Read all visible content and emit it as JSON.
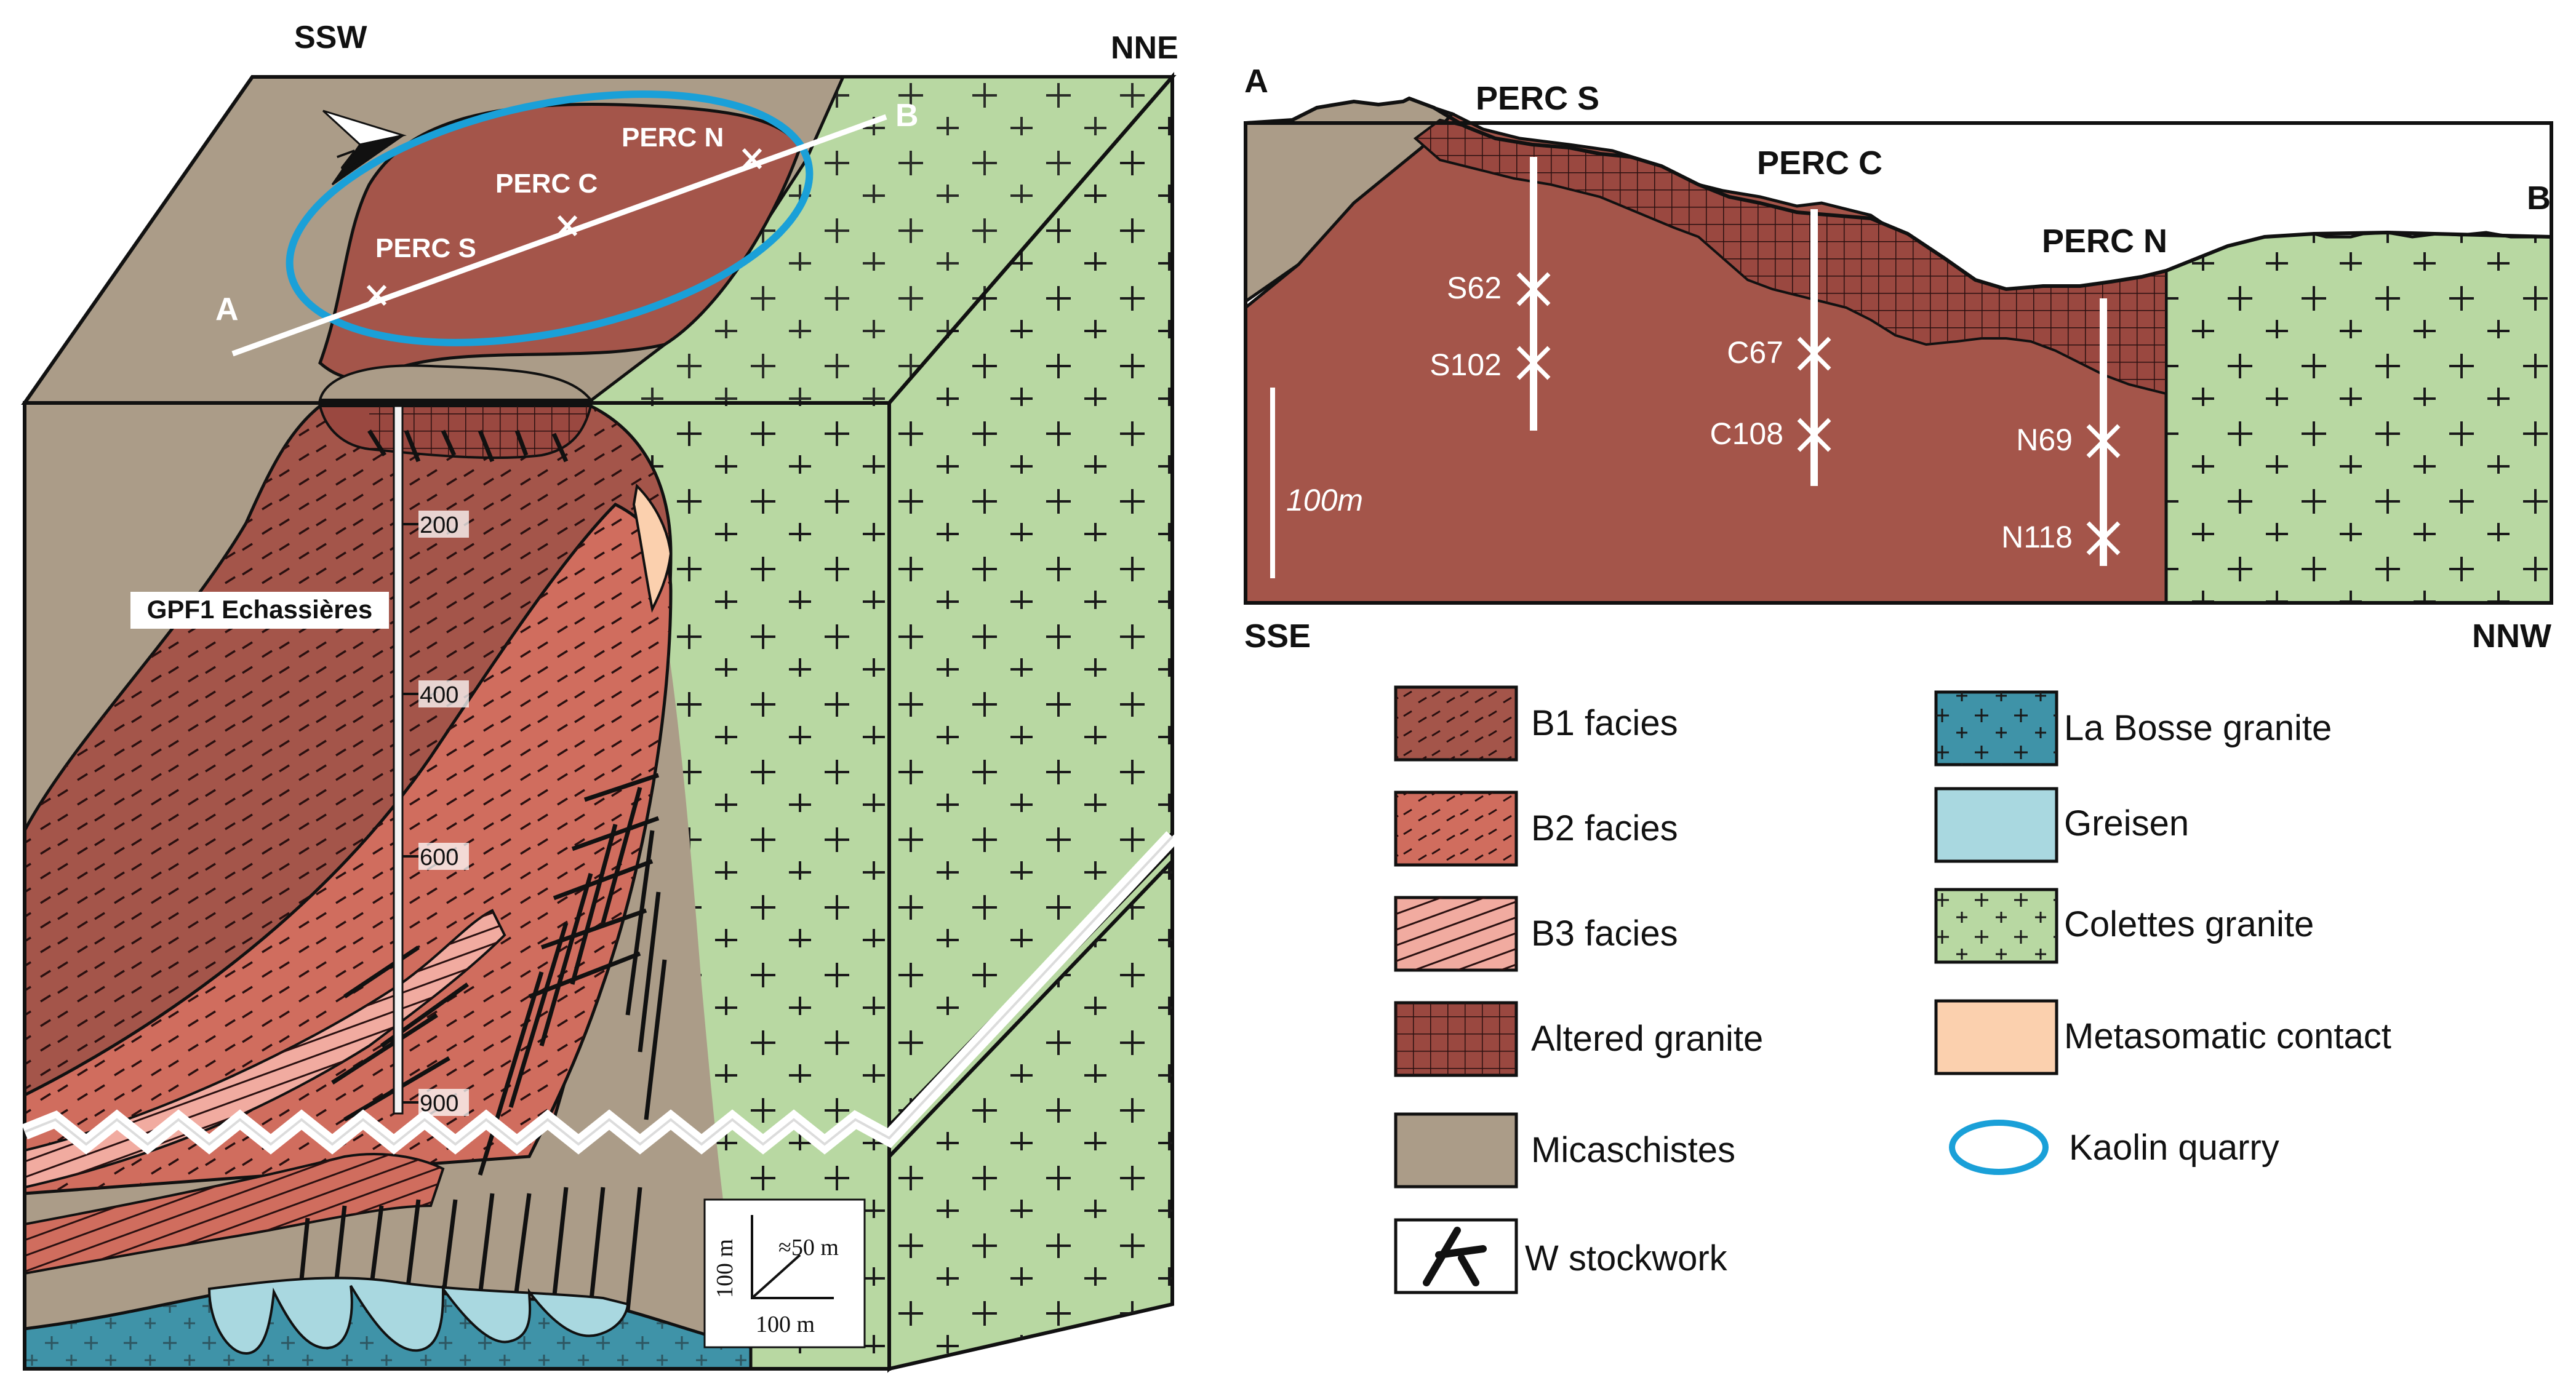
{
  "block": {
    "compass_left": "SSW",
    "compass_right": "NNE",
    "north_letter": "N",
    "profile_start": "A",
    "profile_end": "B",
    "sites": [
      "PERC S",
      "PERC C",
      "PERC N"
    ],
    "borehole_label": "GPF1 Echassières",
    "depth_ticks": [
      "200",
      "400",
      "600",
      "900"
    ],
    "scale_vertical": "100 m",
    "scale_depth": "≈50 m",
    "scale_horizontal": "100 m"
  },
  "section": {
    "end_left": "A",
    "end_right": "B",
    "orient_left": "SSE",
    "orient_right": "NNW",
    "sites": [
      "PERC S",
      "PERC C",
      "PERC N"
    ],
    "samples": {
      "s": [
        "S62",
        "S102"
      ],
      "c": [
        "C67",
        "C108"
      ],
      "n": [
        "N69",
        "N118"
      ]
    },
    "scale_label": "100m"
  },
  "legend": {
    "left": [
      {
        "icon": "b1-facies-swatch",
        "label": "B1 facies"
      },
      {
        "icon": "b2-facies-swatch",
        "label": "B2 facies"
      },
      {
        "icon": "b3-facies-swatch",
        "label": "B3 facies"
      },
      {
        "icon": "altered-granite-swatch",
        "label": "Altered granite"
      },
      {
        "icon": "micaschistes-swatch",
        "label": "Micaschistes"
      },
      {
        "icon": "w-stockwork-icon",
        "label": "W stockwork"
      }
    ],
    "right": [
      {
        "icon": "la-bosse-granite-swatch",
        "label": "La Bosse granite"
      },
      {
        "icon": "greisen-swatch",
        "label": "Greisen"
      },
      {
        "icon": "colettes-granite-swatch",
        "label": "Colettes granite"
      },
      {
        "icon": "metasomatic-contact-swatch",
        "label": "Metasomatic contact"
      },
      {
        "icon": "kaolin-quarry-icon",
        "label": "Kaolin quarry"
      }
    ]
  },
  "colors": {
    "b1": "#a4554a",
    "b2": "#d06d5e",
    "b3": "#f1aba0",
    "altered": "#9a4840",
    "micaschistes": "#ab9c88",
    "la_bosse": "#3f93a8",
    "greisen": "#a9d8e0",
    "colettes": "#b8d8a2",
    "metasomatic": "#fbd0ae",
    "kaolin": "#1aa0d8"
  }
}
